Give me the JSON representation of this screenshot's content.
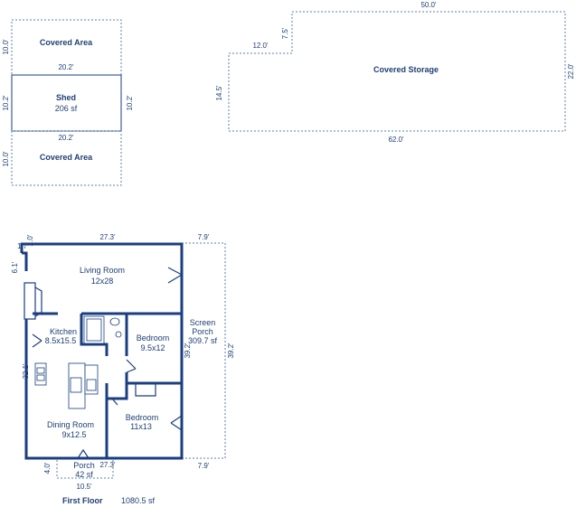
{
  "shed_group": {
    "covered_top": {
      "title": "Covered Area",
      "dim_side": "10.0'"
    },
    "dim_top_width": "20.2'",
    "shed": {
      "title": "Shed",
      "area": "206 sf",
      "dim_left": "10.2'",
      "dim_right": "10.2'"
    },
    "dim_bottom_width": "20.2'",
    "covered_bottom": {
      "title": "Covered Area",
      "dim_side": "10.0'"
    }
  },
  "storage": {
    "title": "Covered Storage",
    "dim_top": "50.0'",
    "dim_step_width": "12.0'",
    "dim_step_height": "7.5'",
    "dim_left": "14.5'",
    "dim_right": "22.0'",
    "dim_bottom": "62.0'"
  },
  "house": {
    "dims": {
      "top": "27.3'",
      "top_right": "7.9'",
      "corner_width": "1.7'",
      "corner_height": "2.0'",
      "left_upper": "6.1'",
      "left_main": "32.1'",
      "inner_right": "39.2'",
      "outer_right": "39.2'",
      "bottom": "27.3'",
      "bottom_right": "7.9'",
      "porch_depth": "4.0'",
      "porch_width": "10.5'"
    },
    "rooms": {
      "living": {
        "name": "Living Room",
        "size": "12x28"
      },
      "kitchen": {
        "name": "Kitchen",
        "size": "8.5x15.5"
      },
      "bedroom1": {
        "name": "Bedroom",
        "size": "9.5x12"
      },
      "bedroom2": {
        "name": "Bedroom",
        "size": "11x13"
      },
      "dining": {
        "name": "Dining Room",
        "size": "9x12.5"
      },
      "screen_porch": {
        "name_line1": "Screen",
        "name_line2": "Porch",
        "area": "309.7 sf"
      },
      "porch": {
        "name": "Porch",
        "area": "42 sf"
      }
    },
    "floor_label": "First Floor",
    "floor_area": "1080.5 sf"
  },
  "colors": {
    "wall": "#1a3e80",
    "text": "#1f3f73",
    "dashed": "#5b7fb5"
  }
}
